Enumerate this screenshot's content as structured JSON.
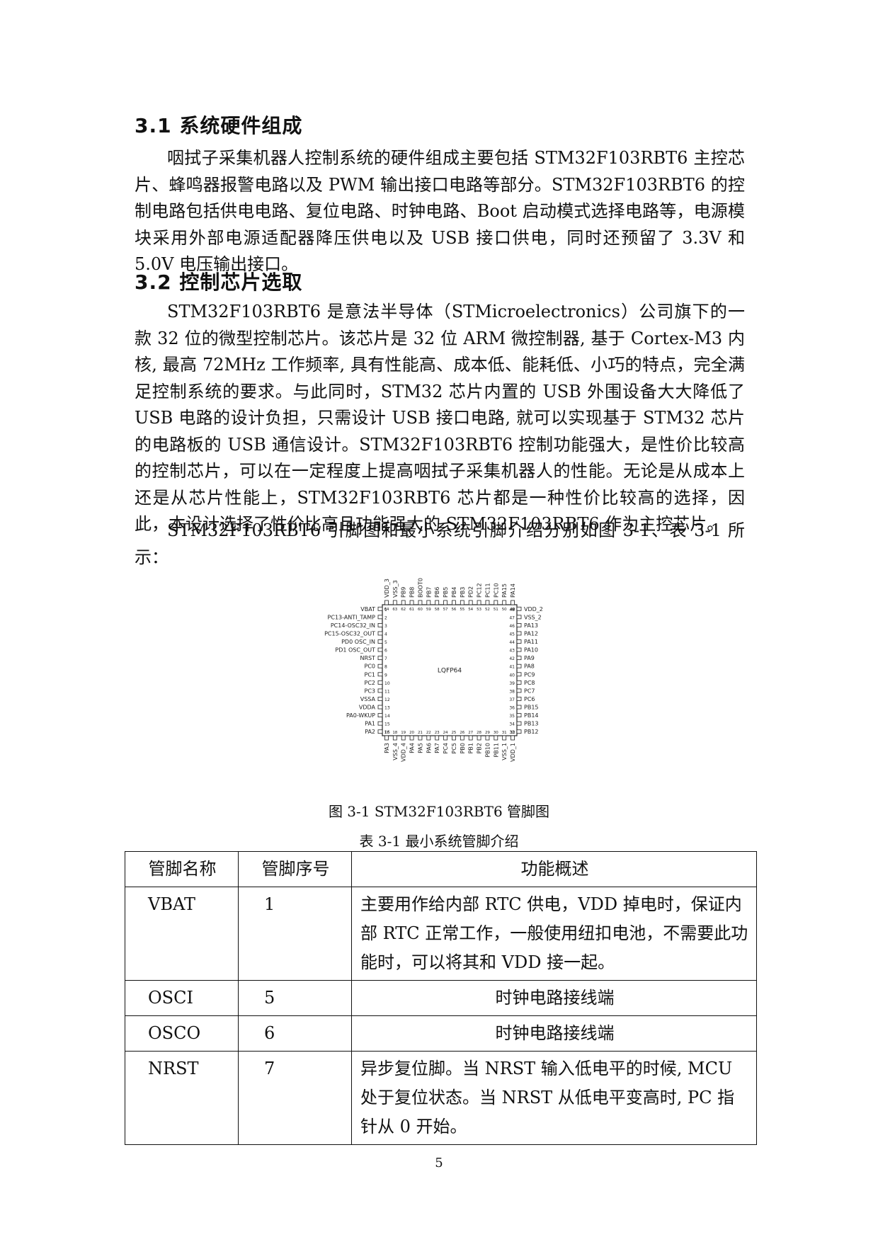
{
  "section1": {
    "heading": "3.1 系统硬件组成",
    "paragraph": "咽拭子采集机器人控制系统的硬件组成主要包括 STM32F103RBT6 主控芯片、蜂鸣器报警电路以及 PWM 输出接口电路等部分。STM32F103RBT6 的控制电路包括供电电路、复位电路、时钟电路、Boot 启动模式选择电路等，电源模块采用外部电源适配器降压供电以及 USB 接口供电，同时还预留了 3.3V 和 5.0V 电压输出接口。"
  },
  "section2": {
    "heading": "3.2 控制芯片选取",
    "paragraph1": "STM32F103RBT6 是意法半导体（STMicroelectronics）公司旗下的一款 32 位的微型控制芯片。该芯片是 32 位 ARM 微控制器, 基于 Cortex-M3 内核, 最高 72MHz 工作频率, 具有性能高、成本低、能耗低、小巧的特点，完全满足控制系统的要求。与此同时，STM32 芯片内置的 USB 外围设备大大降低了 USB 电路的设计负担，只需设计 USB 接口电路, 就可以实现基于 STM32 芯片的电路板的 USB 通信设计。STM32F103RBT6 控制功能强大，是性价比较高的控制芯片，可以在一定程度上提高咽拭子采集机器人的性能。无论是从成本上还是从芯片性能上，STM32F103RBT6 芯片都是一种性价比较高的选择，因此，本设计选择了性价比高且功能强大的 STM32F103RBT6 作为主控芯片。",
    "paragraph2": "STM32F103RBT6 引脚图和最小系统引脚介绍分别如图 3-1、表 3-1 所示："
  },
  "figure": {
    "caption": "图 3-1  STM32F103RBT6 管脚图",
    "package_label": "LQFP64",
    "left_pins": [
      "VBAT",
      "PC13-ANTI_TAMP",
      "PC14-OSC32_IN",
      "PC15-OSC32_OUT",
      "PD0 OSC_IN",
      "PD1 OSC_OUT",
      "NRST",
      "PC0",
      "PC1",
      "PC2",
      "PC3",
      "VSSA",
      "VDDA",
      "PA0-WKUP",
      "PA1",
      "PA2"
    ],
    "bottom_pins": [
      "PA3",
      "VSS_4",
      "VDD_4",
      "PA4",
      "PA5",
      "PA6",
      "PA7",
      "PC4",
      "PC5",
      "PB0",
      "PB1",
      "PB2",
      "PB10",
      "PB11",
      "VSS_1",
      "VDD_1"
    ],
    "right_pins": [
      "VDD_2",
      "VSS_2",
      "PA13",
      "PA12",
      "PA11",
      "PA10",
      "PA9",
      "PA8",
      "PC9",
      "PC8",
      "PC7",
      "PC6",
      "PB15",
      "PB14",
      "PB13",
      "PB12"
    ],
    "top_pins": [
      "VDD_3",
      "VSS_3",
      "PB9",
      "PB8",
      "BOOT0",
      "PB7",
      "PB6",
      "PB5",
      "PB4",
      "PB3",
      "PD2",
      "PC12",
      "PC11",
      "PC10",
      "PA15",
      "PA14"
    ]
  },
  "table": {
    "caption": "表 3-1  最小系统管脚介绍",
    "headers": [
      "管脚名称",
      "管脚序号",
      "功能概述"
    ],
    "rows": [
      {
        "name": "VBAT",
        "num": "1",
        "desc": "主要用作给内部 RTC 供电，VDD 掉电时，保证内部 RTC 正常工作，一般使用纽扣电池，不需要此功能时，可以将其和 VDD 接一起。"
      },
      {
        "name": "OSCI",
        "num": "5",
        "desc": "时钟电路接线端"
      },
      {
        "name": "OSCO",
        "num": "6",
        "desc": "时钟电路接线端"
      },
      {
        "name": "NRST",
        "num": "7",
        "desc": "异步复位脚。当 NRST 输入低电平的时候, MCU 处于复位状态。当 NRST 从低电平变高时, PC 指针从 0 开始。"
      }
    ]
  },
  "page_number": "5"
}
